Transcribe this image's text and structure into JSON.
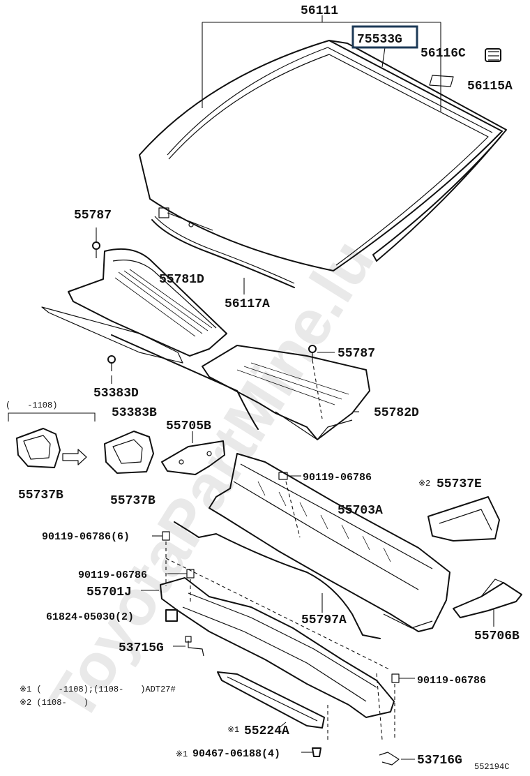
{
  "diagram": {
    "watermark": "ToyotaPartMine.lu",
    "figure_code": "552194C",
    "labels": {
      "p56111": "56111",
      "p75533G": "75533G",
      "p56116C": "56116C",
      "p56115A": "56115A",
      "p55787a": "55787",
      "p55781D": "55781D",
      "p56117A": "56117A",
      "p55787b": "55787",
      "p53383D": "53383D",
      "p53383B": "53383B",
      "p55782D": "55782D",
      "bracket_range": "(　　-1108)",
      "p55705B": "55705B",
      "p55737B_left": "55737B",
      "p55737B_right": "55737B",
      "p90119_06786_a": "90119-06786",
      "p55737E_mark": "※2",
      "p55737E": "55737E",
      "p55703A": "55703A",
      "p90119_06786_6": "90119-06786(6)",
      "p90119_06786_b": "90119-06786",
      "p55701J": "55701J",
      "p61824_05030": "61824-05030(2)",
      "p55797A": "55797A",
      "p55706B": "55706B",
      "p53715G": "53715G",
      "p90119_06786_c": "90119-06786",
      "p55224A_mark": "※1",
      "p55224A": "55224A",
      "p90467_mark": "※1",
      "p90467_06188": "90467-06188(4)",
      "p53716G": "53716G"
    },
    "notes": {
      "note1": "※1 (　　-1108);(1108-　　)ADT27#",
      "note2": "※2 (1108-　　)"
    }
  }
}
